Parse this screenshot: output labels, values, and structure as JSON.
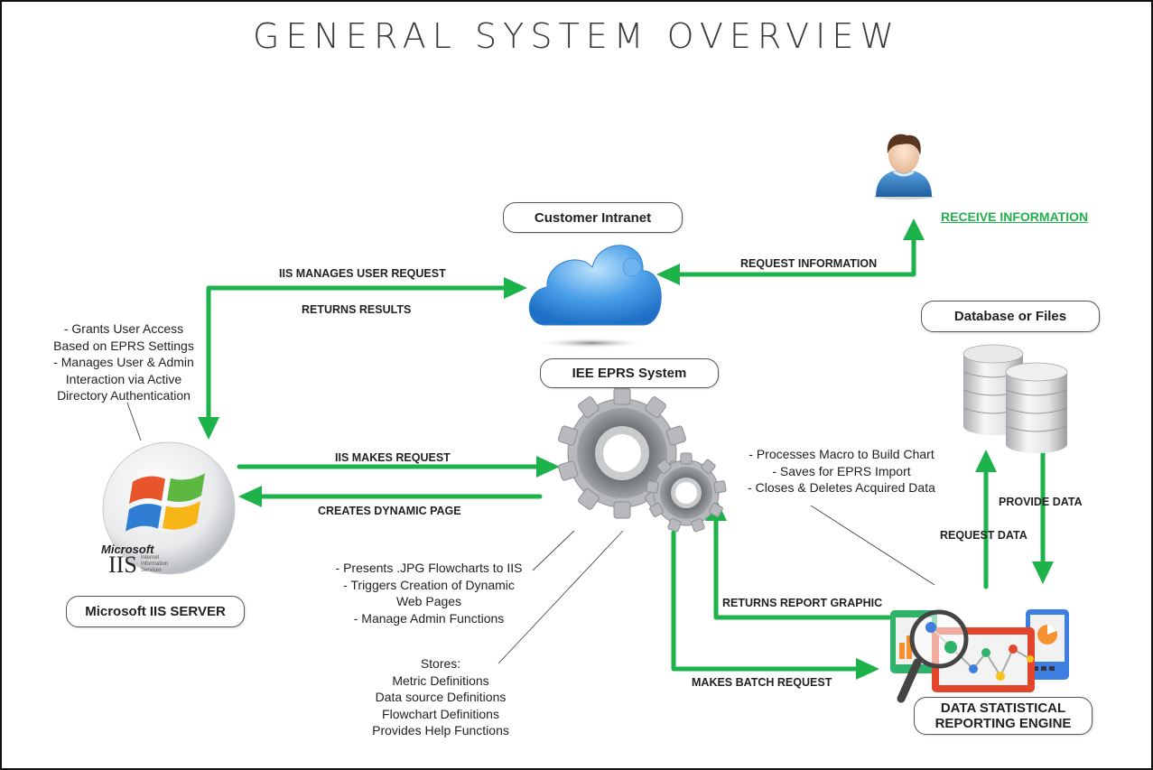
{
  "title": "GENERAL SYSTEM OVERVIEW",
  "colors": {
    "arrow": "#1db34a",
    "receive_link": "#22b04b",
    "cloud": "#3a8fe0",
    "gear": "#9a9ca0"
  },
  "nodes": {
    "customer_intranet": {
      "label": "Customer Intranet",
      "icon": "cloud-icon"
    },
    "eprs_system": {
      "label": "IEE EPRS System",
      "icon": "gears-icon"
    },
    "iis_server": {
      "label": "Microsoft IIS SERVER",
      "icon": "microsoft-iis-logo",
      "logo_text": {
        "brand": "Microsoft",
        "product": "IIS",
        "line1": "Internet",
        "line2": "Information",
        "line3": "Services"
      }
    },
    "database": {
      "label": "Database or Files",
      "icon": "database-icon"
    },
    "reporting_engine": {
      "label_line1": "DATA STATISTICAL",
      "label_line2": "REPORTING ENGINE",
      "icon": "analytics-dashboard-icon"
    },
    "user": {
      "icon": "user-avatar-icon",
      "action": "RECEIVE INFORMATION"
    }
  },
  "arrows": {
    "iis_manages_user_request": "IIS MANAGES USER REQUEST",
    "returns_results": "RETURNS RESULTS",
    "request_information": "REQUEST INFORMATION",
    "iis_makes_request": "IIS MAKES REQUEST",
    "creates_dynamic_page": "CREATES DYNAMIC PAGE",
    "returns_report_graphic": "RETURNS REPORT GRAPHIC",
    "makes_batch_request": "MAKES BATCH REQUEST",
    "request_data": "REQUEST DATA",
    "provide_data": "PROVIDE DATA"
  },
  "notes": {
    "iis": [
      "- Grants User Access",
      "Based on EPRS Settings",
      "- Manages User & Admin",
      "Interaction via Active",
      "Directory Authentication"
    ],
    "engine": [
      "- Processes Macro to Build Chart",
      "- Saves for EPRS Import",
      "- Closes & Deletes Acquired Data"
    ],
    "eprs_functions": [
      "- Presents .JPG Flowcharts to IIS",
      "- Triggers Creation of Dynamic",
      "Web Pages",
      "- Manage Admin Functions"
    ],
    "eprs_stores": [
      "Stores:",
      "Metric Definitions",
      "Data source Definitions",
      "Flowchart Definitions",
      "Provides Help Functions"
    ]
  }
}
